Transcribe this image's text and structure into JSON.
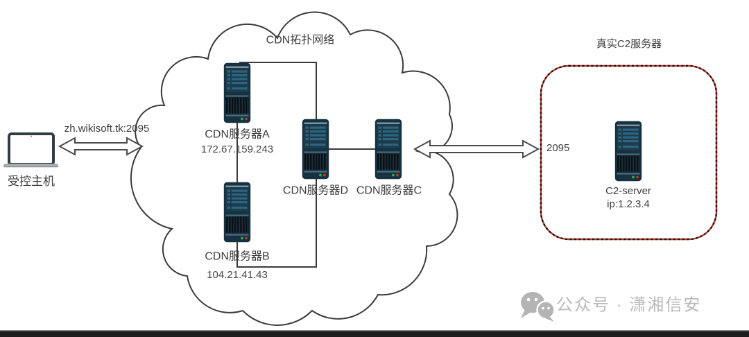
{
  "client": {
    "label": "受控主机"
  },
  "left_link": {
    "label": "zh.wikisoft.tk:2095"
  },
  "cloud": {
    "title": "CDN拓扑网络"
  },
  "servers": {
    "a": {
      "name": "CDN服务器A",
      "ip": "172.67.159.243"
    },
    "b": {
      "name": "CDN服务器B",
      "ip": "104.21.41.43"
    },
    "d": {
      "name": "CDN服务器D"
    },
    "c": {
      "name": "CDN服务器C"
    }
  },
  "right_link": {
    "label": "2095"
  },
  "c2_zone": {
    "title": "真实C2服务器",
    "server": {
      "name": "C2-server",
      "ip": "ip:1.2.3.4"
    }
  },
  "watermark": {
    "label": "公众号 · 潇湘信安"
  },
  "colors": {
    "line": "#3b3b3b",
    "dashed_box_red": "#c0392b",
    "dashed_box_black": "#151515",
    "server_body": "#16313f",
    "server_panel": "#1c3c4c",
    "server_bar": "#2d6480",
    "server_trim": "#4e6d7c",
    "led_green": "#33a852",
    "led_red": "#c0392b",
    "watermark_gray": "#b9b9b9"
  }
}
